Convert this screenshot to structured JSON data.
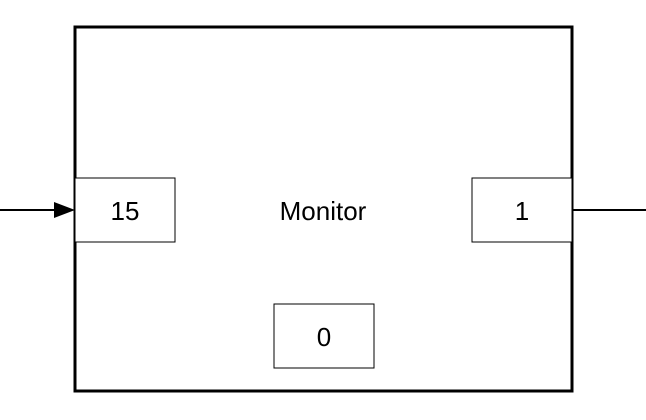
{
  "block": {
    "title": "Monitor"
  },
  "ports": {
    "input_value": "15",
    "output_value": "1",
    "bottom_value": "0"
  },
  "colors": {
    "stroke": "#000000",
    "background": "#ffffff"
  }
}
